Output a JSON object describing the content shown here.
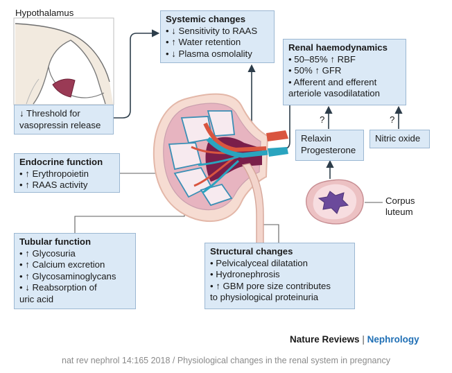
{
  "hypothalamus": {
    "label": "Hypothalamus",
    "box": "↓ Threshold for vasopressin release",
    "box_lines": [
      "↓ Threshold for",
      "vasopressin release"
    ]
  },
  "systemic": {
    "title": "Systemic changes",
    "items": [
      "• ↓ Sensitivity to RAAS",
      "• ↑ Water retention",
      "• ↓ Plasma osmolality"
    ]
  },
  "renal": {
    "title": "Renal haemodynamics",
    "items": [
      "• 50–85% ↑ RBF",
      "• 50% ↑ GFR",
      "• Afferent and efferent",
      "arteriole vasodilatation"
    ]
  },
  "endocrine": {
    "title": "Endocrine function",
    "items": [
      "• ↑ Erythropoietin",
      "• ↑ RAAS activity"
    ]
  },
  "tubular": {
    "title": "Tubular function",
    "items": [
      "• ↑ Glycosuria",
      "• ↑ Calcium excretion",
      "• ↑ Glycosaminoglycans",
      "• ↓ Reabsorption of",
      "uric acid"
    ]
  },
  "structural": {
    "title": "Structural changes",
    "items": [
      "• Pelvicalyceal dilatation",
      "• Hydronephrosis",
      "• ↑ GBM pore size contributes",
      "to physiological proteinuria"
    ]
  },
  "relaxin_box": [
    "Relaxin",
    "Progesterone"
  ],
  "nitric_box": "Nitric oxide",
  "question_marks": [
    "?",
    "?"
  ],
  "corpus_luteum": [
    "Corpus",
    "luteum"
  ],
  "footer": {
    "journal": "Nature Reviews",
    "separator": "|",
    "section": "Nephrology",
    "caption": "nat rev nephrol 14:165 2018 / Physiological changes in the renal system in pregnancy"
  }
}
